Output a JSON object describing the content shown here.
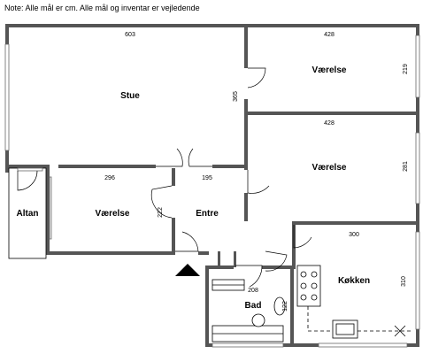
{
  "note": "Note: Alle mål er cm. Alle mål og inventar er vejledende",
  "rooms": {
    "stue": "Stue",
    "vaerelse_top": "Værelse",
    "vaerelse_mid": "Værelse",
    "vaerelse_left": "Værelse",
    "entre": "Entre",
    "altan": "Altan",
    "kokken": "Køkken",
    "bad": "Bad"
  },
  "dimensions": {
    "stue_width": "603",
    "stue_height": "365",
    "vaerelse_top_width": "428",
    "vaerelse_top_height": "219",
    "vaerelse_mid_width": "428",
    "vaerelse_mid_height": "281",
    "vaerelse_left_width": "296",
    "vaerelse_left_height": "222",
    "entre_width": "195",
    "kokken_width": "300",
    "kokken_height": "310",
    "bad_width": "208",
    "bad_height": "122"
  },
  "colors": {
    "wall": "#555555",
    "entrance_marker": "#000000"
  }
}
